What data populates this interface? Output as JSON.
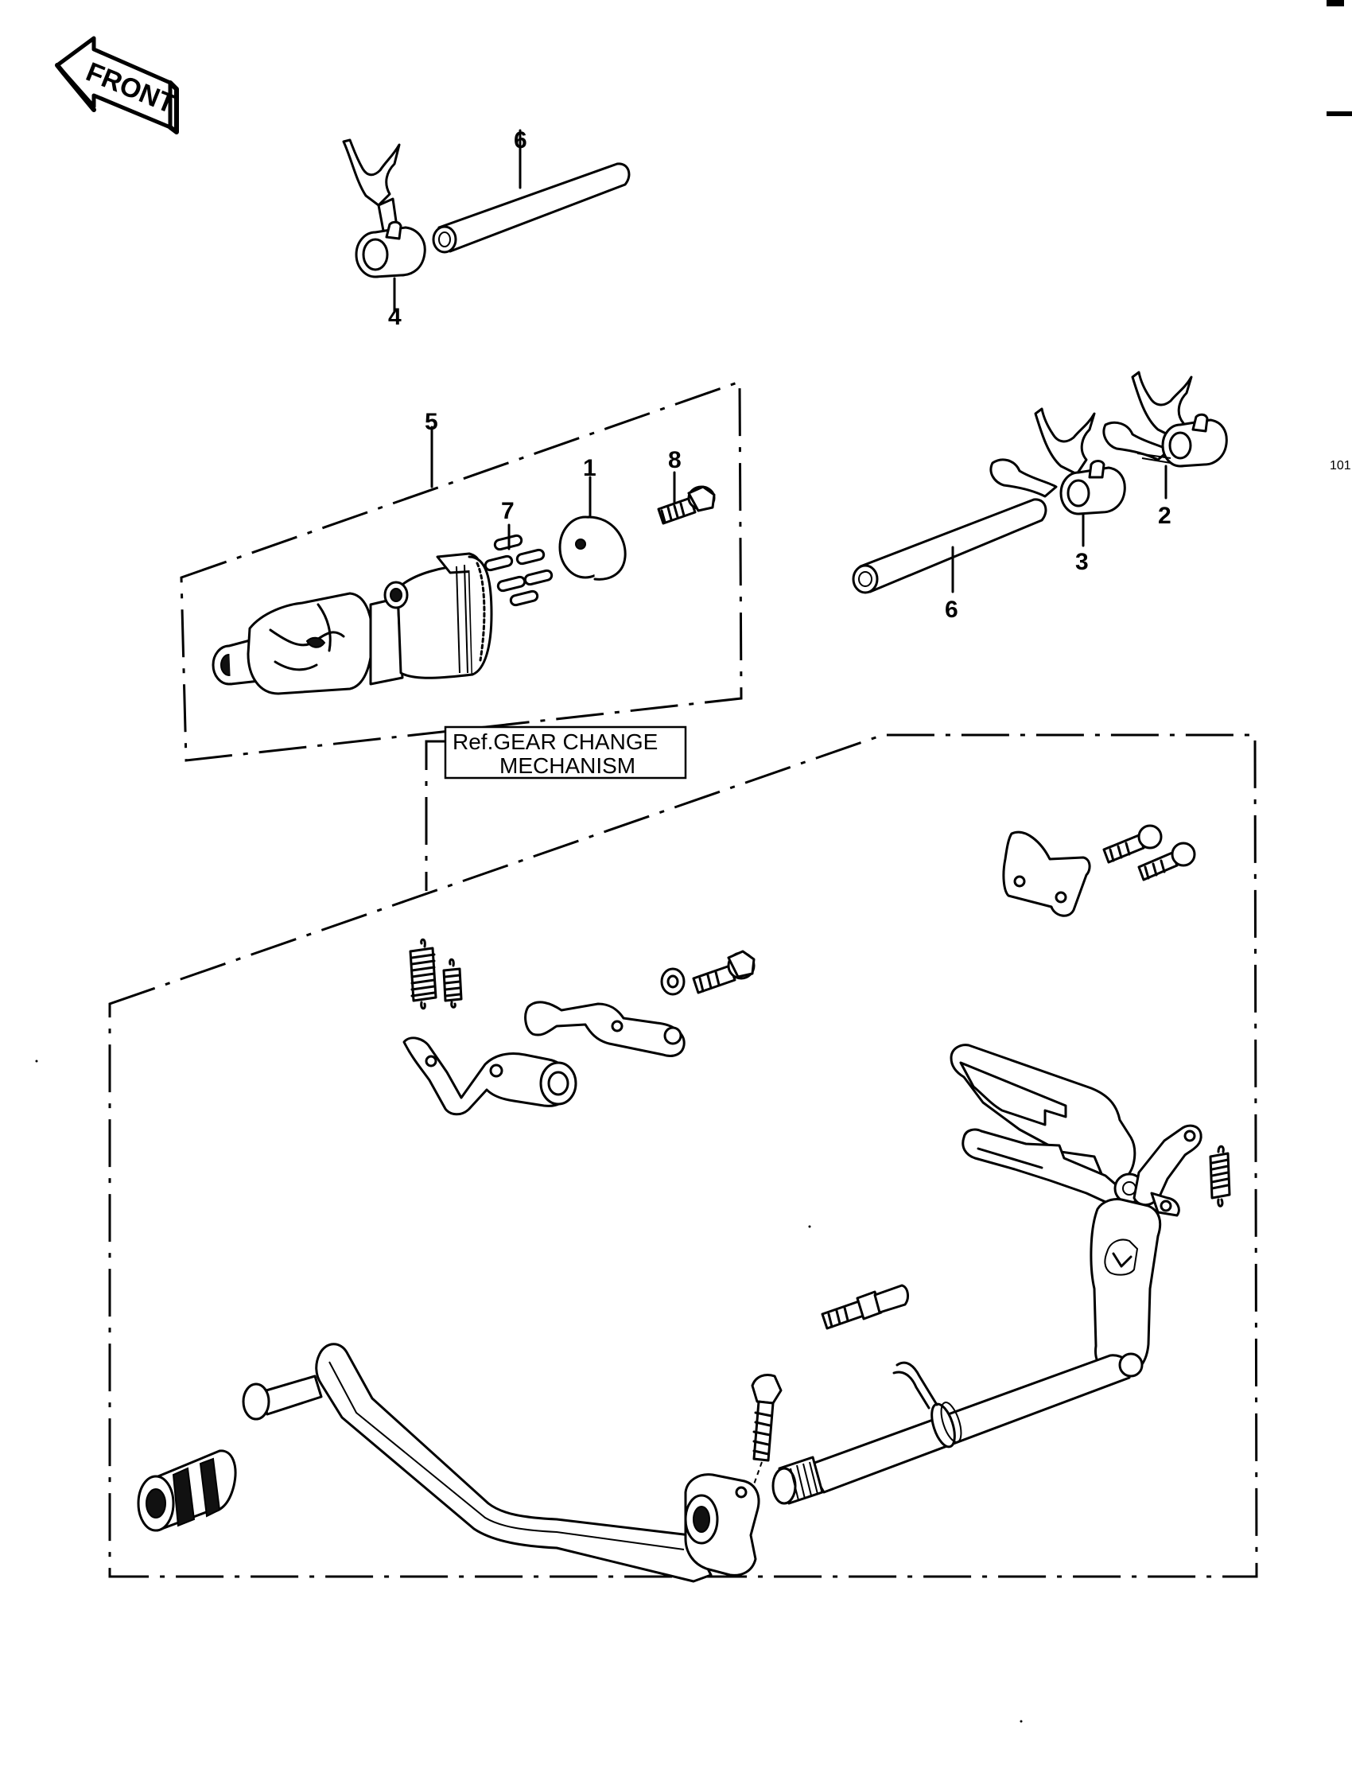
{
  "front_arrow": {
    "label": "FRONT"
  },
  "page_number": "101",
  "callouts": [
    {
      "id": "c6a",
      "label": "6"
    },
    {
      "id": "c4",
      "label": "4"
    },
    {
      "id": "c5",
      "label": "5"
    },
    {
      "id": "c7",
      "label": "7"
    },
    {
      "id": "c1",
      "label": "1"
    },
    {
      "id": "c8",
      "label": "8"
    },
    {
      "id": "c2",
      "label": "2"
    },
    {
      "id": "c3",
      "label": "3"
    },
    {
      "id": "c6b",
      "label": "6"
    }
  ],
  "reference_box": {
    "line1": "Ref.GEAR CHANGE",
    "line2": "MECHANISM"
  },
  "colors": {
    "ink": "#000000",
    "paper": "#ffffff"
  }
}
